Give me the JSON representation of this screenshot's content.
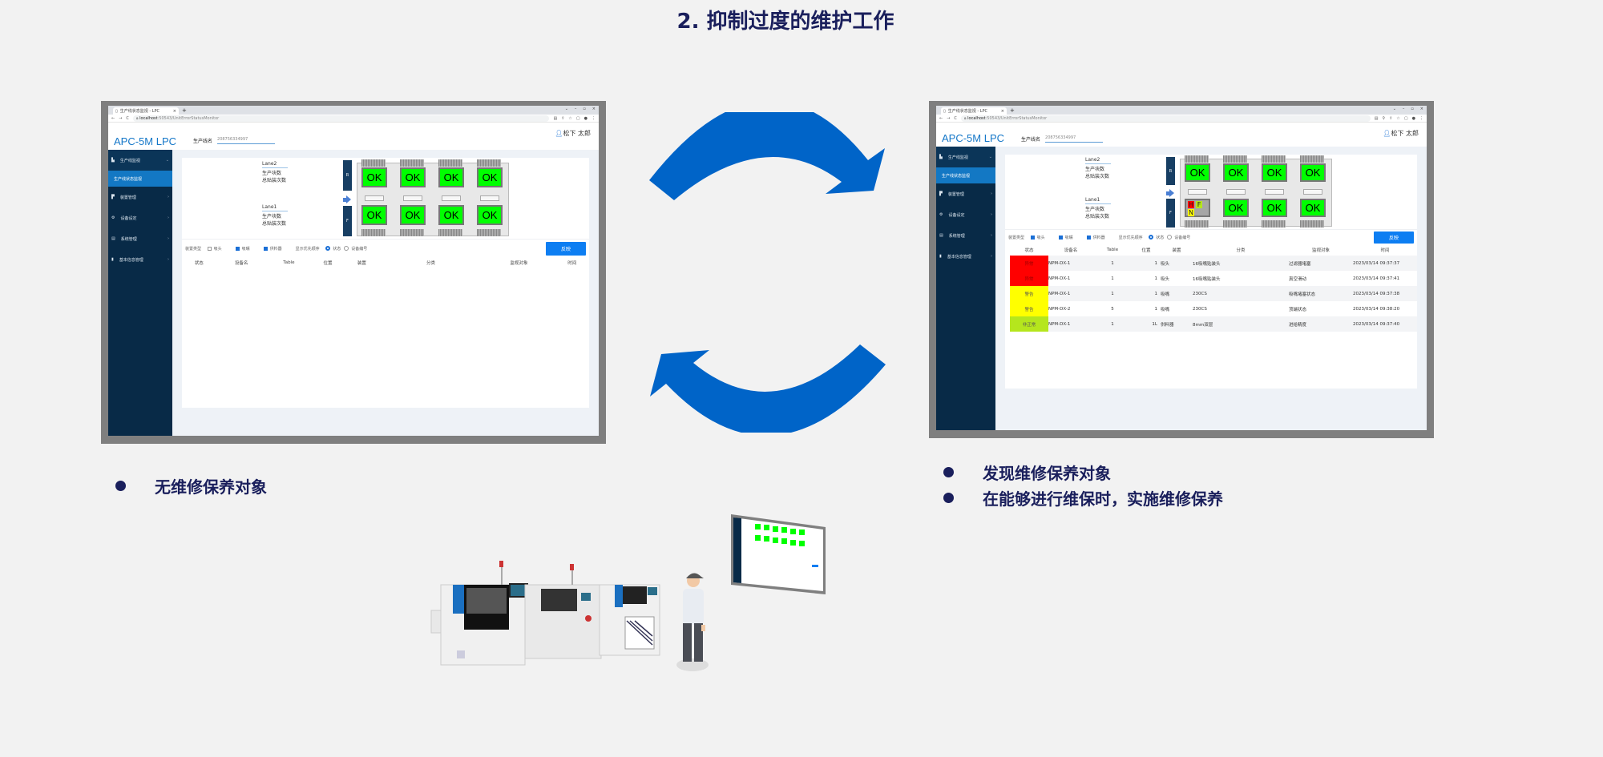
{
  "title": "2. 抑制过度的维护工作",
  "colors": {
    "accent": "#0064c8",
    "ok": "#00ff00",
    "error": "#ff0000",
    "warning": "#ffff00",
    "abnormal": "#b5e61d",
    "sidebar": "#082a47",
    "text_dark": "#1a1f5c"
  },
  "browser": {
    "tab_title": "生产线状态监视 - LPC",
    "url_host": "localhost",
    "url_path": ":50543/UnitErrorStatusMonitor"
  },
  "app": {
    "logo": "APC-5M LPC",
    "line_name_label": "生产线名",
    "line_name_value": "208756334997",
    "user": "松下 太郎",
    "sidebar": [
      {
        "label": "生产线监视",
        "chevron": "⌄"
      },
      {
        "label": "生产线状态监视",
        "sub": true
      },
      {
        "label": "装置管理",
        "chevron": "›"
      },
      {
        "label": "设备设定",
        "chevron": "›"
      },
      {
        "label": "系统管理",
        "chevron": "›"
      },
      {
        "label": "基本信息管理",
        "chevron": "›"
      }
    ],
    "lanes": [
      {
        "name": "Lane2",
        "l1": "生产块数",
        "l2": "总贴装次数",
        "side": "R"
      },
      {
        "name": "Lane1",
        "l1": "生产块数",
        "l2": "总贴装次数",
        "side": "F"
      }
    ],
    "filters": {
      "device_type_label": "装置类型",
      "head": "吸头",
      "nozzle": "吸嘴",
      "feeder": "供料器",
      "order_label": "显示优先顺序",
      "order_status": "状态",
      "order_device": "设备编号",
      "reflect_button": "反映"
    },
    "columns": [
      "状态",
      "设备名",
      "Table",
      "位置",
      "装置",
      "分类",
      "监视对象",
      "时间"
    ],
    "ok_label": "OK"
  },
  "left": {
    "filters_checked": {
      "head": false,
      "nozzle": true,
      "feeder": true
    },
    "rows": [],
    "bullets": [
      "无维修保养对象"
    ]
  },
  "right": {
    "filters_checked": {
      "head": true,
      "nozzle": true,
      "feeder": true
    },
    "error_cell": {
      "h": "H",
      "f": "F",
      "n": "N"
    },
    "rows": [
      {
        "status": "异常",
        "color": "#ff0000",
        "device": "NPM-DX-1",
        "table": "1",
        "pos": "1",
        "unit": "吸头",
        "cat": "16吸嘴贴装头",
        "target": "过滤器堵塞",
        "time": "2023/03/14 09:37:37"
      },
      {
        "status": "异常",
        "color": "#ff0000",
        "device": "NPM-DX-1",
        "table": "1",
        "pos": "1",
        "unit": "吸头",
        "cat": "16吸嘴贴装头",
        "target": "真空滑动",
        "time": "2023/03/14 09:37:41"
      },
      {
        "status": "警告",
        "color": "#ffff00",
        "device": "NPM-DX-1",
        "table": "1",
        "pos": "1",
        "unit": "吸嘴",
        "cat": "230CS",
        "target": "吸嘴堵塞状态",
        "time": "2023/03/14 09:37:38"
      },
      {
        "status": "警告",
        "color": "#ffff00",
        "device": "NPM-DX-2",
        "table": "5",
        "pos": "1",
        "unit": "吸嘴",
        "cat": "230CS",
        "target": "顶端状态",
        "time": "2023/03/14 09:38:20"
      },
      {
        "status": "非正常",
        "color": "#b5e61d",
        "device": "NPM-DX-1",
        "table": "1",
        "pos": "1L",
        "unit": "供料器",
        "cat": "8mm双层",
        "target": "进给精度",
        "time": "2023/03/14 09:37:40"
      }
    ],
    "bullets": [
      "发现维修保养对象",
      "在能够进行维保时，实施维修保养"
    ]
  }
}
